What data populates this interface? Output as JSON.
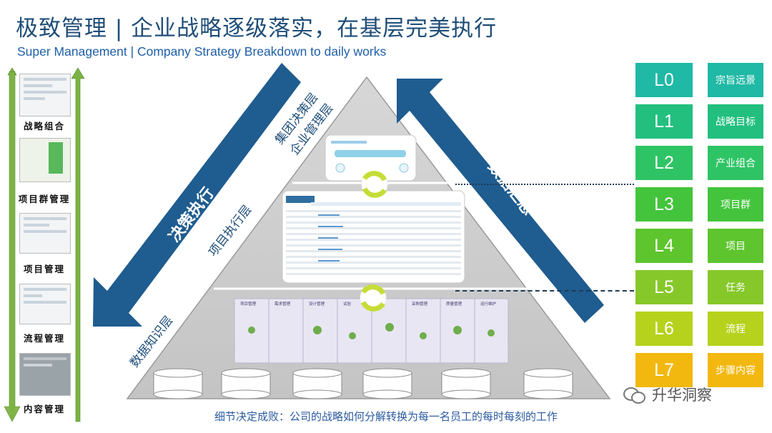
{
  "header": {
    "title": "极致管理 | 企业战略逐级落实，在基层完美执行",
    "subtitle": "Super Management | Company Strategy Breakdown to daily works"
  },
  "left_panel": {
    "items": [
      {
        "label": "战略组合"
      },
      {
        "label": "项目群管理"
      },
      {
        "label": "项目管理"
      },
      {
        "label": "流程管理"
      },
      {
        "label": "内容管理"
      }
    ]
  },
  "pyramid": {
    "layers": {
      "top": "集团决策层",
      "top2": "企业管理层",
      "middle": "项目执行层",
      "bottom": "数据知识层"
    },
    "left_arrow_label": "决策执行",
    "right_arrow_label": "数据汇总",
    "module_tabs": [
      "项目管理",
      "需求管理",
      "设计管理",
      "试验",
      "",
      "采购管理",
      "质量管理",
      "运行维护"
    ]
  },
  "levels": [
    {
      "code": "L0",
      "desc": "宗旨远景",
      "color": "#1fb9a5"
    },
    {
      "code": "L1",
      "desc": "战略目标",
      "color": "#22bf7f"
    },
    {
      "code": "L2",
      "desc": "产业组合",
      "color": "#2ec465"
    },
    {
      "code": "L3",
      "desc": "项目群",
      "color": "#43c43c"
    },
    {
      "code": "L4",
      "desc": "项目",
      "color": "#5ec52e"
    },
    {
      "code": "L5",
      "desc": "任务",
      "color": "#86c82a"
    },
    {
      "code": "L6",
      "desc": "流程",
      "color": "#b6d21c"
    },
    {
      "code": "L7",
      "desc": "步骤内容",
      "color": "#f2b80f"
    }
  ],
  "footer": "细节决定成败：公司的战略如何分解转换为每一名员工的每时每刻的工作",
  "watermark": "升华洞察"
}
